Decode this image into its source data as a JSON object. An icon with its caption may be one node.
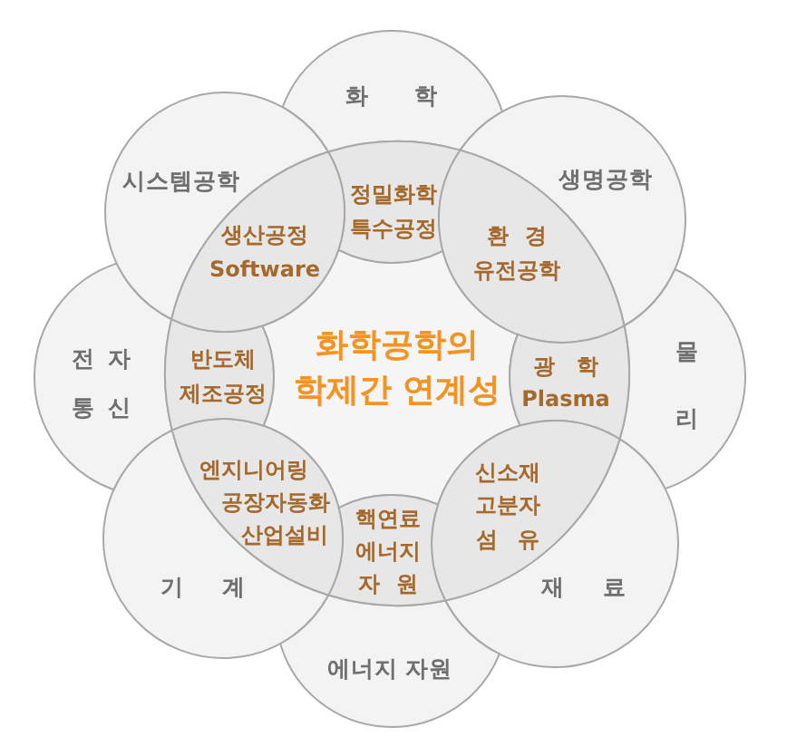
{
  "diagram": {
    "nodes": [
      {
        "text": [
          "화학공학의 학제간 연계성"
        ]
      },
      {
        "text": [
          "화 학"
        ]
      },
      {
        "text": [
          "생명공학"
        ]
      },
      {
        "text": [
          "물 리"
        ]
      },
      {
        "text": [
          "재 료"
        ]
      },
      {
        "text": [
          "에너지 자원"
        ]
      },
      {
        "text": [
          "기 계"
        ]
      },
      {
        "text": [
          "전 자 통 신"
        ]
      },
      {
        "text": [
          "시스템공학"
        ]
      },
      {
        "text": [
          "정밀화학 특수공정"
        ]
      },
      {
        "text": [
          "환 경 유전공학"
        ]
      },
      {
        "text": [
          "광 학 Plasma"
        ]
      },
      {
        "text": [
          "신소재 고분자 섬 유"
        ]
      },
      {
        "text": [
          "핵연료 에너지 자 원"
        ]
      },
      {
        "text": [
          "엔지니어링 공장자동화 산업설비"
        ]
      },
      {
        "text": [
          "반도체 제조공정"
        ]
      },
      {
        "text": [
          "생산공정 Software"
        ]
      }
    ]
  }
}
